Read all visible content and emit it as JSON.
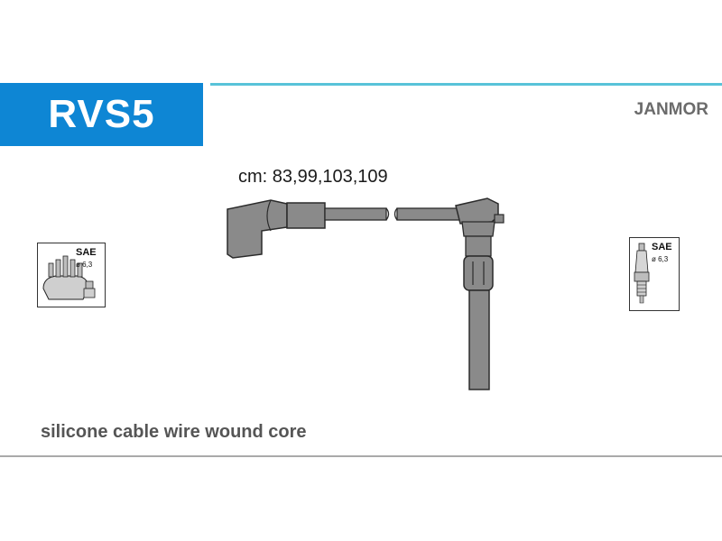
{
  "header": {
    "product_code": "RVS5",
    "brand": "JANMOR"
  },
  "lengths": {
    "text": "cm: 83,99,103,109"
  },
  "connectors": {
    "left": {
      "standard": "SAE",
      "diameter": "ø 6,3"
    },
    "right": {
      "standard": "SAE",
      "diameter": "ø 6,3"
    }
  },
  "caption": "silicone cable wire wound core",
  "colors": {
    "accent_blue": "#0e86d4",
    "rule_cyan": "#58c3d9",
    "cable_gray": "#8a8a8a",
    "outline": "#2b2b2b"
  }
}
